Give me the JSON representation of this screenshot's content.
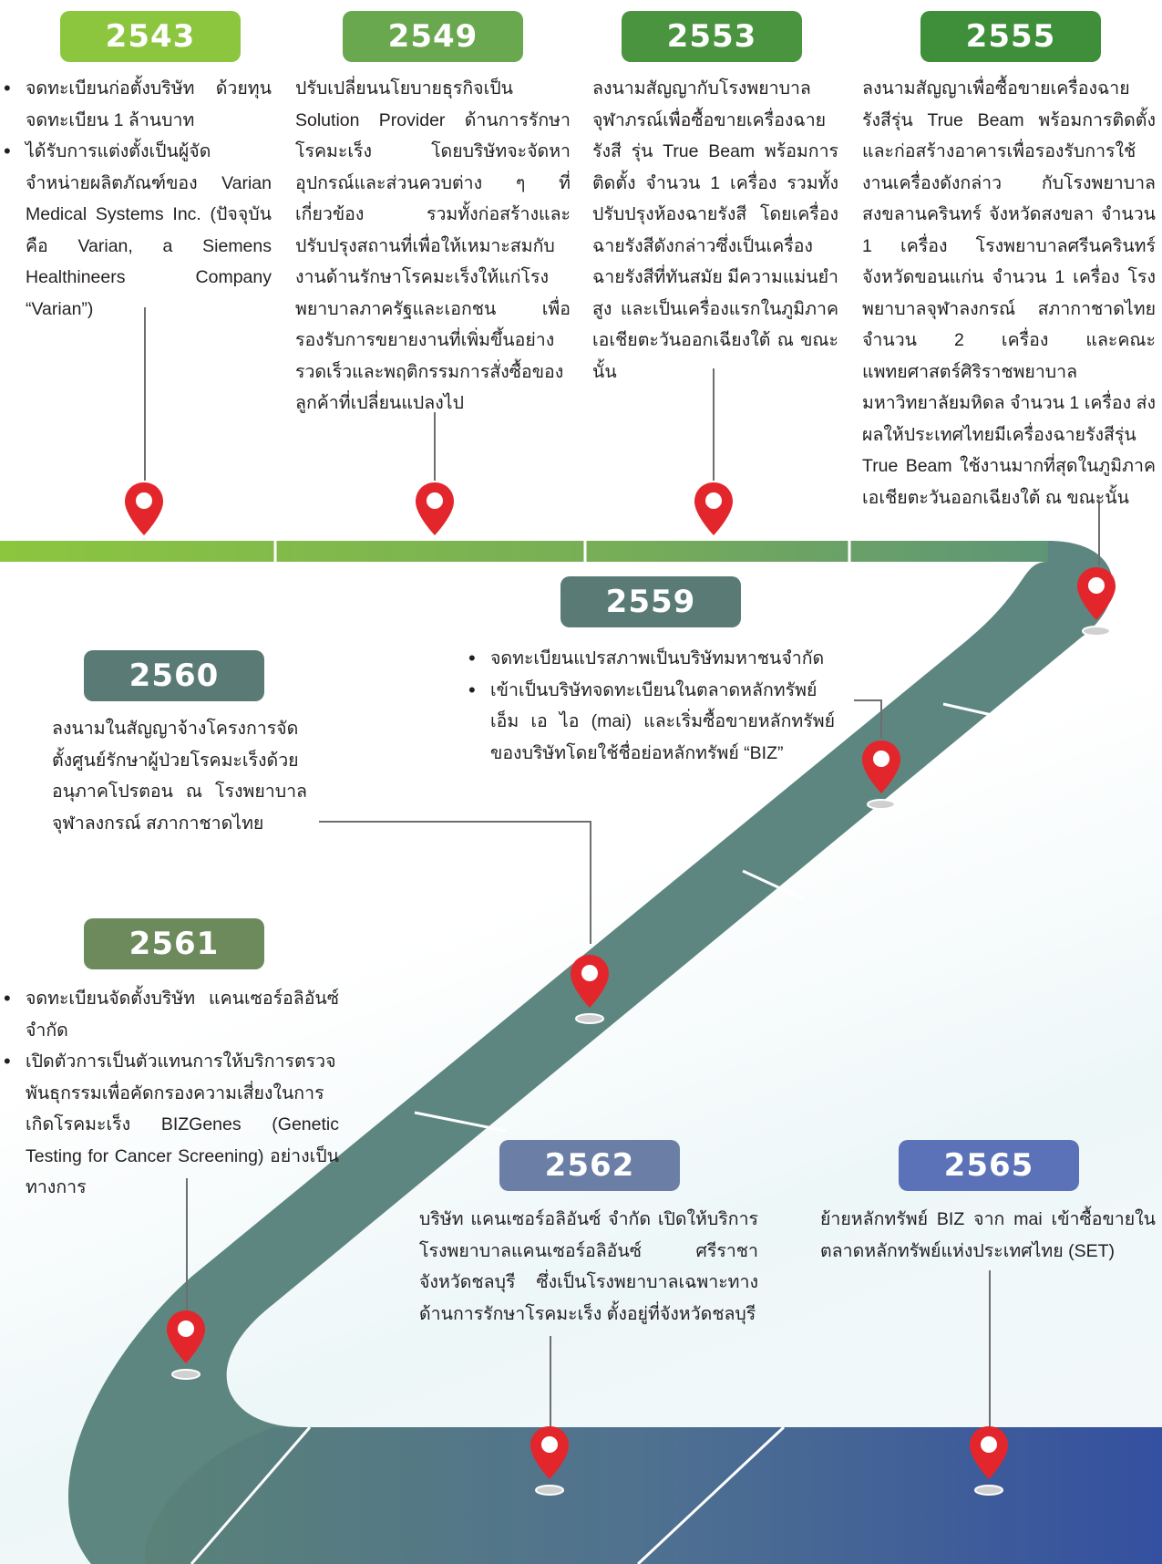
{
  "colors": {
    "green_light": "#8cc63f",
    "green_mid": "#6aa84f",
    "green_dark": "#3f8f3a",
    "slate": "#5a7b75",
    "blue_grey": "#6b7fa6",
    "blue": "#5b72b8",
    "pin_red": "#e3262b"
  },
  "milestones": [
    {
      "year": "2543",
      "items": [
        "จดทะเบียนก่อตั้งบริษัท ด้วยทุนจดทะเบียน 1 ล้านบาท",
        "ได้รับการแต่งตั้งเป็นผู้จัดจำหน่ายผลิตภัณฑ์ของ Varian Medical Systems Inc. (ปัจจุบันคือ Varian, a Siemens Healthineers Company “Varian”)"
      ]
    },
    {
      "year": "2549",
      "text": "ปรับเปลี่ยนนโยบายธุรกิจเป็น Solution Provider ด้านการรักษาโรคมะเร็ง โดยบริษัทจะจัดหาอุปกรณ์และส่วนควบต่าง ๆ ที่เกี่ยวข้อง รวมทั้งก่อสร้างและปรับปรุงสถานที่เพื่อให้เหมาะสมกับงานด้านรักษาโรคมะเร็งให้แก่โรงพยาบาลภาครัฐและเอกชน เพื่อรองรับการขยายงานที่เพิ่มขึ้นอย่างรวดเร็วและพฤติกรรมการสั่งซื้อของลูกค้าที่เปลี่ยนแปลงไป"
    },
    {
      "year": "2553",
      "text": "ลงนามสัญญากับโรงพยาบาลจุฬาภรณ์เพื่อซื้อขายเครื่องฉายรังสี รุ่น True Beam พร้อมการติดตั้ง จำนวน 1 เครื่อง รวมทั้งปรับปรุงห้องฉายรังสี โดยเครื่องฉายรังสีดังกล่าวซึ่งเป็นเครื่องฉายรังสีที่ทันสมัย มีความแม่นยำสูง และเป็นเครื่องแรกในภูมิภาคเอเชียตะวันออกเฉียงใต้ ณ ขณะนั้น"
    },
    {
      "year": "2555",
      "text": "ลงนามสัญญาเพื่อซื้อขายเครื่องฉายรังสีรุ่น True Beam พร้อมการติดตั้ง และก่อสร้างอาคารเพื่อรองรับการใช้งานเครื่องดังกล่าว กับโรงพยาบาลสงขลานครินทร์ จังหวัดสงขลา จำนวน 1 เครื่อง โรงพยาบาลศรีนครินทร์ จังหวัดขอนแก่น จำนวน 1 เครื่อง โรงพยาบาลจุฬาลงกรณ์ สภากาชาดไทย จำนวน 2 เครื่อง และคณะแพทยศาสตร์ศิริราชพยาบาล มหาวิทยาลัยมหิดล จำนวน 1 เครื่อง ส่งผลให้ประเทศไทยมีเครื่องฉายรังสีรุ่น True Beam ใช้งานมากที่สุดในภูมิภาคเอเชียตะวันออกเฉียงใต้ ณ ขณะนั้น"
    },
    {
      "year": "2559",
      "items": [
        "จดทะเบียนแปรสภาพเป็นบริษัทมหาชนจำกัด",
        "เข้าเป็นบริษัทจดทะเบียนในตลาดหลักทรัพย์ เอ็ม เอ ไอ (mai) และเริ่มซื้อขายหลักทรัพย์ของบริษัทโดยใช้ชื่อย่อหลักทรัพย์ “BIZ”"
      ]
    },
    {
      "year": "2560",
      "text": "ลงนามในสัญญาจ้างโครงการจัดตั้งศูนย์รักษาผู้ป่วยโรคมะเร็งด้วยอนุภาคโปรตอน ณ โรงพยาบาลจุฬาลงกรณ์ สภากาชาดไทย"
    },
    {
      "year": "2561",
      "items": [
        "จดทะเบียนจัดตั้งบริษัท แคนเซอร์อลิอันซ์ จำกัด",
        "เปิดตัวการเป็นตัวแทนการให้บริการตรวจพันธุกรรมเพื่อคัดกรองความเสี่ยงในการเกิดโรคมะเร็ง BIZGenes (Genetic Testing for Cancer Screening) อย่างเป็นทางการ"
      ]
    },
    {
      "year": "2562",
      "text": "บริษัท แคนเซอร์อลิอันซ์ จำกัด เปิดให้บริการโรงพยาบาลแคนเซอร์อลิอันซ์ ศรีราชา จังหวัดชลบุรี ซึ่งเป็นโรงพยาบาลเฉพาะทางด้านการรักษาโรคมะเร็ง ตั้งอยู่ที่จังหวัดชลบุรี"
    },
    {
      "year": "2565",
      "text": "ย้ายหลักทรัพย์ BIZ จาก mai เข้าซื้อขายในตลาดหลักทรัพย์แห่งประเทศไทย (SET)"
    }
  ]
}
